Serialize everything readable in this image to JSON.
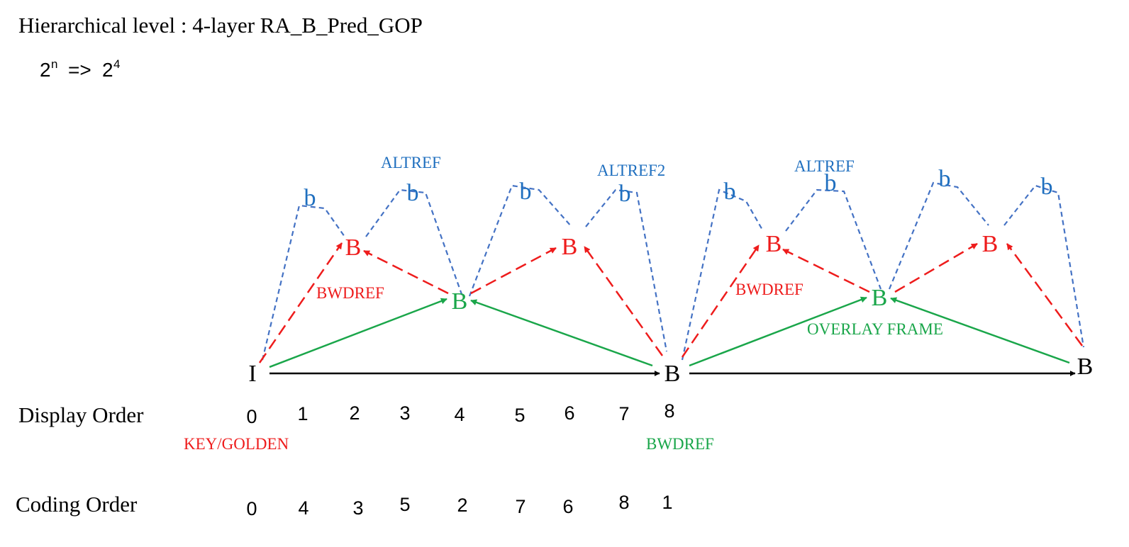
{
  "title": "Hierarchical level : 4-layer RA_B_Pred_GOP",
  "formula": {
    "base_left": "2",
    "exp_left": "n",
    "arrow": "=>",
    "base_right": "2",
    "exp_right": "4"
  },
  "colors": {
    "black": "#000000",
    "red": "#ee1c1c",
    "green": "#1aa64a",
    "blue": "#1f6fbf",
    "dash_blue": "#4472c4"
  },
  "nodes": {
    "i0": "I",
    "b8": "B",
    "b16": "B",
    "g4": "B",
    "g12": "B",
    "r2": "B",
    "r6": "B",
    "r10": "B",
    "r14": "B",
    "l1": "b",
    "l3": "b",
    "l5": "b",
    "l7": "b",
    "l9": "b",
    "l11": "b",
    "l13": "b",
    "l15": "b"
  },
  "annotations": {
    "altref_left": "ALTREF",
    "altref2": "ALTREF2",
    "altref_right": "ALTREF",
    "bwdref_left": "BWDREF",
    "bwdref_right": "BWDREF",
    "overlay_frame": "OVERLAY FRAME",
    "key_golden": "KEY/GOLDEN",
    "bwdref_bottom": "BWDREF"
  },
  "display_order": {
    "label": "Display Order",
    "values": [
      "0",
      "1",
      "2",
      "3",
      "4",
      "5",
      "6",
      "7",
      "8"
    ]
  },
  "coding_order": {
    "label": "Coding Order",
    "values": [
      "0",
      "4",
      "3",
      "5",
      "2",
      "7",
      "6",
      "8",
      "1"
    ]
  }
}
